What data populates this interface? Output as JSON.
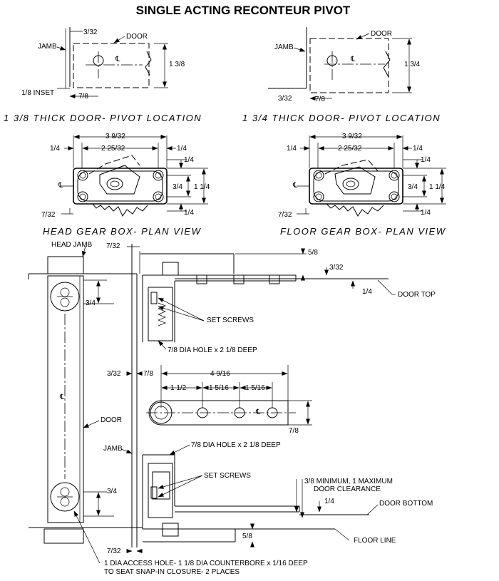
{
  "title": "SINGLE ACTING RECONTEUR PIVOT",
  "views": {
    "thick_138": {
      "caption": "1 3/8 THICK DOOR- PIVOT LOCATION",
      "door": "DOOR",
      "jamb": "JAMB",
      "dim_top": "3/32",
      "dim_right": "1 3/8",
      "inset": "1/8 INSET",
      "dim_bottom": "7/8",
      "cl": "℄"
    },
    "thick_134": {
      "caption": "1 3/4 THICK DOOR- PIVOT LOCATION",
      "door": "DOOR",
      "jamb": "JAMB",
      "dim_right": "1 3/4",
      "dim_bl": "3/32",
      "dim_bottom": "7/8",
      "cl": "℄"
    },
    "head_box": {
      "caption": "HEAD GEAR BOX- PLAN VIEW",
      "overall": "3 9/32",
      "inner": "2 25/32",
      "left": "1/4",
      "right": "1/4",
      "r_top": "1/4",
      "r_bot": "1/4",
      "h_in": "3/4",
      "h_out": "1 1/4",
      "bl": "7/32",
      "cl": "℄"
    },
    "floor_box": {
      "caption": "FLOOR GEAR BOX- PLAN VIEW",
      "overall": "3 9/32",
      "inner": "2 25/32",
      "left": "1/4",
      "right": "1/4",
      "r_top": "1/4",
      "r_bot": "1/4",
      "h_in": "3/4",
      "h_out": "1 1/4",
      "bl": "7/32",
      "cl": "℄"
    },
    "elevation": {
      "head_jamb": "HEAD JAMB",
      "dim_head_gap": "7/32",
      "dim_58_top": "5/8",
      "dim_332_top": "3/32",
      "dim_14_top": "1/4",
      "door_top": "DOOR TOP",
      "dim_34_top": "3/4",
      "set_screws_top": "SET SCREWS",
      "hole_top": "7/8 DIA HOLE x 2 1/8 DEEP",
      "dim_332_mid": "3/32",
      "dim_78_mid": "7/8",
      "dim_4916": "4 9/16",
      "dim_112": "1 1/2",
      "dim_5161": "1 5/16",
      "dim_5162": "1 5/16",
      "dim_78_arm": "7/8",
      "cl_door": "℄",
      "cl_arm": "℄",
      "door": "DOOR",
      "jamb": "JAMB",
      "hole_bottom": "7/8 DIA HOLE x 2 1/8 DEEP",
      "set_screws_bottom": "SET SCREWS",
      "clearance": "3/8 MINIMUM, 1 MAXIMUM",
      "clearance2": "DOOR CLEARANCE",
      "dim_34_bot": "3/4",
      "dim_14_bot": "1/4",
      "door_bottom": "DOOR BOTTOM",
      "dim_58_bot": "5/8",
      "floor_line": "FLOOR LINE",
      "dim_732_bot": "7/32",
      "access_note": "1 DIA ACCESS HOLE- 1 1/8 DIA COUNTERBORE x 1/16 DEEP",
      "access_note2": "TO SEAT SNAP-IN CLOSURE- 2 PLACES"
    }
  }
}
